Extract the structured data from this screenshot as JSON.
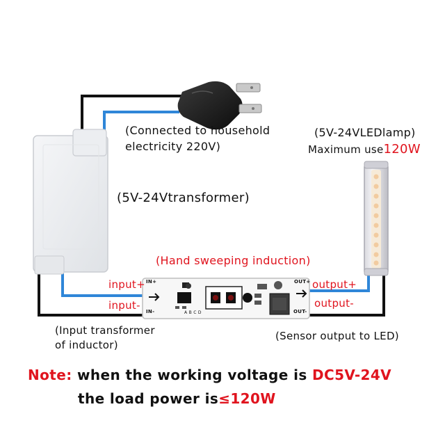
{
  "labels": {
    "household_line1": "(Connected to household",
    "household_line2": "electricity 220V)",
    "lamp_line1": "(5V-24VLEDlamp)",
    "lamp_max_prefix": "Maximum use",
    "lamp_max_value": "120W",
    "transformer": "(5V-24Vtransformer)",
    "hand_sweeping": "(Hand sweeping induction)",
    "input_plus": "input+",
    "input_minus": "input-",
    "output_plus": "output+",
    "output_minus": "output-",
    "input_transformer_line1": "(Input transformer",
    "input_transformer_line2": "of inductor)",
    "sensor_output": "(Sensor output to LED)"
  },
  "pcb": {
    "in_plus": "IN+",
    "in_minus": "IN-",
    "out_plus": "OUT+",
    "out_minus": "OUT-",
    "code": "A B C D"
  },
  "note": {
    "prefix": "Note:",
    "line1_text": " when the working voltage is ",
    "line1_value": "DC5V-24V",
    "line2_text": "the load power is",
    "line2_value": "≤120W"
  },
  "colors": {
    "wire_black": "#111111",
    "wire_blue": "#2f86d8",
    "accent_red": "#e0141e",
    "pcb_white": "#f7f7f7"
  }
}
